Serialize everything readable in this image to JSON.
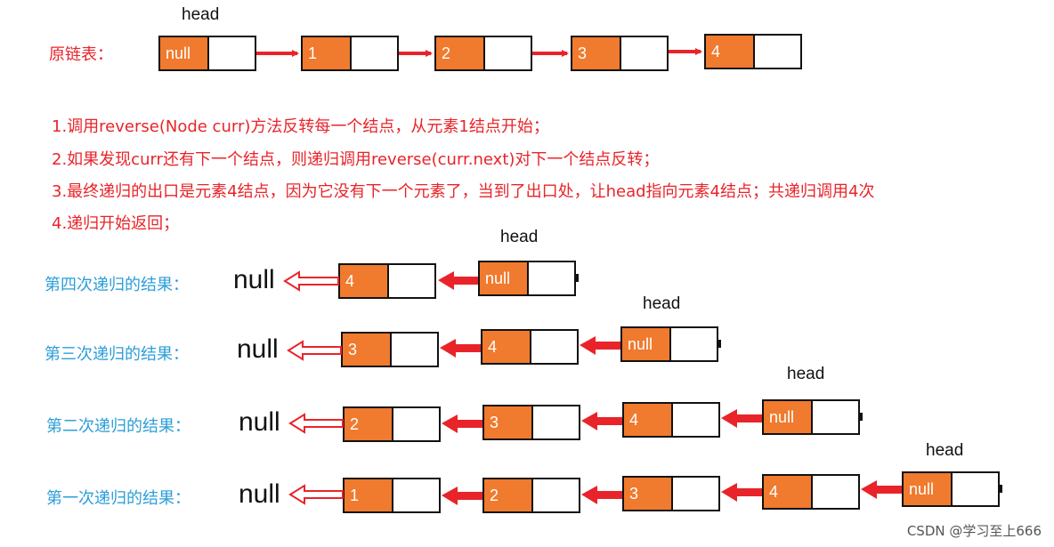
{
  "original_list": {
    "label": "原链表：",
    "head": "head",
    "nodes": [
      "null",
      "1",
      "2",
      "3",
      "4"
    ]
  },
  "steps": [
    "1.调用reverse(Node curr)方法反转每一个结点，从元素1结点开始；",
    "2.如果发现curr还有下一个结点，则递归调用reverse(curr.next)对下一个结点反转；",
    "3.最终递归的出口是元素4结点，因为它没有下一个元素了，当到了出口处，让head指向元素4结点；共递归调用4次",
    "4.递归开始返回；"
  ],
  "results": [
    {
      "label": "第四次递归的结果：",
      "null_text": "null",
      "head": "head",
      "nodes": [
        "4",
        "null"
      ]
    },
    {
      "label": "第三次递归的结果：",
      "null_text": "null",
      "head": "head",
      "nodes": [
        "3",
        "4",
        "null"
      ]
    },
    {
      "label": "第二次递归的结果：",
      "null_text": "null",
      "head": "head",
      "nodes": [
        "2",
        "3",
        "4",
        "null"
      ]
    },
    {
      "label": "第一次递归的结果：",
      "null_text": "null",
      "head": "head",
      "nodes": [
        "1",
        "2",
        "3",
        "4",
        "null"
      ]
    }
  ],
  "colors": {
    "node_fill": "#f07a2e",
    "arrow": "#e8242a",
    "step_text": "#e8242a",
    "result_label": "#2d9ed8"
  },
  "watermark": "CSDN @学习至上666"
}
